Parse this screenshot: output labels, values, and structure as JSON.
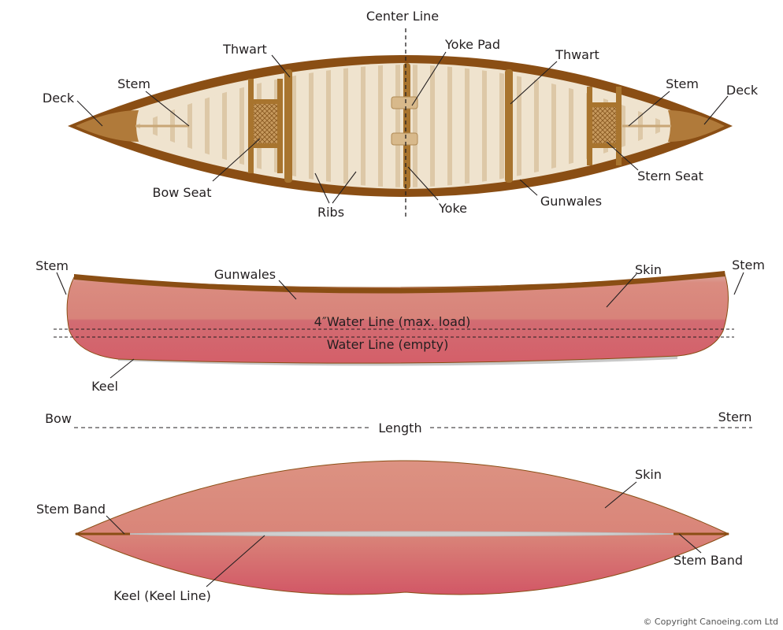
{
  "top_view": {
    "labels": {
      "center_line": "Center Line",
      "yoke_pad": "Yoke Pad",
      "thwart_left": "Thwart",
      "thwart_right": "Thwart",
      "stem_left": "Stem",
      "stem_right": "Stem",
      "deck_left": "Deck",
      "deck_right": "Deck",
      "bow_seat": "Bow Seat",
      "stern_seat": "Stern Seat",
      "ribs": "Ribs",
      "yoke": "Yoke",
      "gunwales": "Gunwales"
    }
  },
  "side_view": {
    "labels": {
      "stem_left": "Stem",
      "stem_right": "Stem",
      "gunwales": "Gunwales",
      "skin": "Skin",
      "water_line_max": "4″Water Line (max. load)",
      "water_line_empty": "Water Line (empty)",
      "keel": "Keel",
      "bow": "Bow",
      "stern": "Stern",
      "length": "Length"
    }
  },
  "bottom_view": {
    "labels": {
      "skin": "Skin",
      "stem_band_left": "Stem Band",
      "stem_band_right": "Stem Band",
      "keel_line": "Keel (Keel Line)"
    }
  },
  "copyright": "© Copyright Canoeing.com Ltd",
  "colors": {
    "gunwale": "#8a4e14",
    "wood_light": "#efe3ce",
    "wood_mid": "#d9c3a0",
    "deck": "#b07a3a",
    "thwart": "#a8742e",
    "skin_top": "#d98a80",
    "skin_bottom": "#d4606a",
    "keel": "#c9c9c9",
    "text": "#231f20"
  }
}
